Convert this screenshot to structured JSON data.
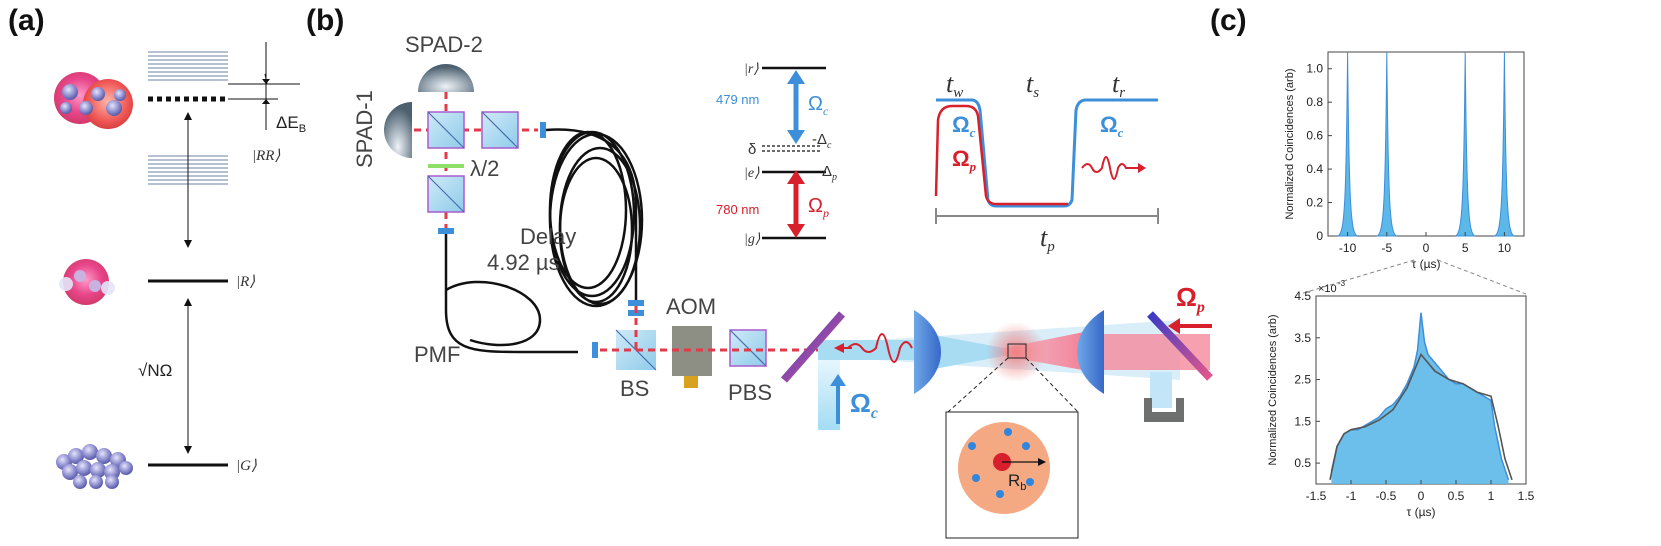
{
  "panels": {
    "a": "(a)",
    "b": "(b)",
    "c": "(c)"
  },
  "panel_a": {
    "delta_eb": "ΔE",
    "delta_eb_sub": "B",
    "rr_state": "|RR⟩",
    "r_state": "|R⟩",
    "g_state": "|G⟩",
    "coupling": "√NΩ"
  },
  "panel_b": {
    "spad2": "SPAD-2",
    "spad1": "SPAD-1",
    "halfwave": "λ/2",
    "delay_label": "Delay",
    "delay_value": "4.92 µs",
    "pmf": "PMF",
    "bs": "BS",
    "aom": "AOM",
    "pbs": "PBS",
    "omega_c_beam": "Ω",
    "omega_c_sub": "c",
    "omega_p_beam": "Ω",
    "omega_p_sub": "p",
    "rb_label": "R",
    "rb_sub": "b",
    "levels": {
      "r": "|r⟩",
      "e": "|e⟩",
      "g": "|g⟩",
      "wl_c": "479 nm",
      "wl_p": "780 nm",
      "omega": "Ω",
      "c": "c",
      "p": "p",
      "delta": "δ",
      "neg_delta_c": "-Δ",
      "delta_p": "Δ"
    },
    "timing": {
      "t": "t",
      "w": "w",
      "s": "s",
      "r": "r",
      "p": "p"
    },
    "colors": {
      "blue": "#3d8fd9",
      "red": "#d8202c",
      "beam": "#9fd6f0"
    }
  },
  "chart_data": [
    {
      "type": "area",
      "ylabel": "Normalized Coincidences (arb)",
      "xlabel": "τ (µs)",
      "xlim": [
        -12.5,
        12.5
      ],
      "ylim": [
        0,
        1.1
      ],
      "x_ticks": [
        -10,
        -5,
        0,
        5,
        10
      ],
      "x_tick_labels": [
        "-10",
        "-5",
        "0",
        "5",
        "10"
      ],
      "y_ticks": [
        0,
        0.2,
        0.4,
        0.6,
        0.8,
        1.0
      ],
      "y_tick_labels": [
        "0",
        "0.2",
        "0.4",
        "0.6",
        "0.8",
        "1.0"
      ],
      "peaks": [
        {
          "x": -10,
          "y": 1.1
        },
        {
          "x": -5,
          "y": 1.1
        },
        {
          "x": 5,
          "y": 1.1
        },
        {
          "x": 10,
          "y": 1.1
        }
      ],
      "center_value": 0.004,
      "color": "#5bb8e8"
    },
    {
      "type": "area",
      "ylabel": "Normalized Coincidences (arb)",
      "xlabel": "τ (µs)",
      "xlim": [
        -1.5,
        1.5
      ],
      "ylim": [
        0,
        0.0045
      ],
      "exponent_label": "×10",
      "exponent_power": "-3",
      "x_ticks": [
        -1.5,
        -1,
        -0.5,
        0,
        0.5,
        1,
        1.5
      ],
      "x_tick_labels": [
        "-1.5",
        "-1",
        "-0.5",
        "0",
        "0.5",
        "1",
        "1.5"
      ],
      "y_ticks": [
        0.0005,
        0.0015,
        0.0025,
        0.0035,
        0.0045
      ],
      "y_tick_labels": [
        "0.5",
        "1.5",
        "2.5",
        "3.5",
        "4.5"
      ],
      "data_points": {
        "x": [
          -1.28,
          -1.2,
          -1.1,
          -1.0,
          -0.9,
          -0.8,
          -0.7,
          -0.6,
          -0.5,
          -0.4,
          -0.3,
          -0.2,
          -0.1,
          -0.05,
          0,
          0.05,
          0.1,
          0.2,
          0.3,
          0.4,
          0.5,
          0.6,
          0.7,
          0.8,
          0.9,
          1.0,
          1.05,
          1.15,
          1.25
        ],
        "y": [
          0.0003,
          0.0009,
          0.0012,
          0.0013,
          0.0013,
          0.0014,
          0.0015,
          0.0016,
          0.0018,
          0.0019,
          0.0021,
          0.0024,
          0.0028,
          0.0032,
          0.0041,
          0.0034,
          0.0031,
          0.0029,
          0.0027,
          0.0025,
          0.0024,
          0.0024,
          0.0023,
          0.0022,
          0.0021,
          0.002,
          0.0014,
          0.0006,
          0.0001
        ]
      },
      "fit": {
        "x": [
          -1.3,
          -1.2,
          -1.1,
          -1.0,
          -0.8,
          -0.6,
          -0.4,
          -0.2,
          -0.1,
          0,
          0.1,
          0.2,
          0.4,
          0.6,
          0.8,
          1.0,
          1.1,
          1.2,
          1.3
        ],
        "y": [
          0.0001,
          0.0009,
          0.0012,
          0.0013,
          0.00137,
          0.00153,
          0.00178,
          0.0023,
          0.0027,
          0.0031,
          0.0029,
          0.0027,
          0.0025,
          0.0024,
          0.0022,
          0.0021,
          0.0014,
          0.0006,
          0.0001
        ]
      },
      "color": "#5bb8e8",
      "fit_color": "#555555",
      "line_color": "#3d8fd9"
    }
  ]
}
